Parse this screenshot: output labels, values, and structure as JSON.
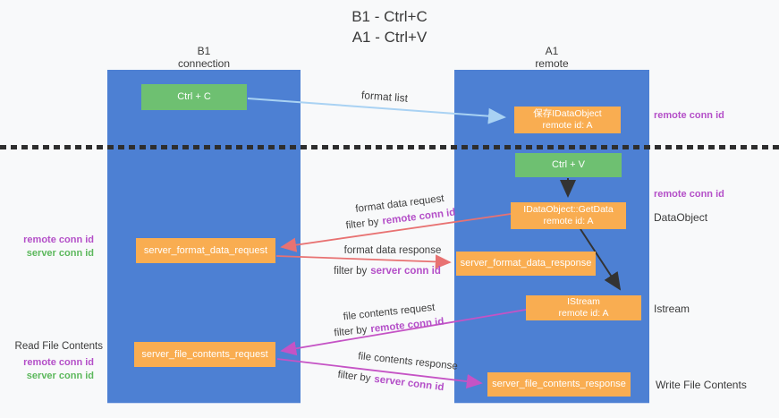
{
  "title": {
    "line1": "B1 - Ctrl+C",
    "line2": "A1 - Ctrl+V"
  },
  "lanes": {
    "left": {
      "name": "B1",
      "role": "connection"
    },
    "right": {
      "name": "A1",
      "role": "remote"
    }
  },
  "nodes": {
    "ctrl_c": "Ctrl + C",
    "ctrl_v": "Ctrl + V",
    "save_dataobject": {
      "line1": "保存IDataObject",
      "line2": "remote id: A"
    },
    "getdata": {
      "line1": "IDataObject::GetData",
      "line2": "remote id: A"
    },
    "istream": {
      "line1": "IStream",
      "line2": "remote id: A"
    },
    "server_format_data_request": "server_format_data_request",
    "server_format_data_response": "server_format_data_response",
    "server_file_contents_request": "server_file_contents_request",
    "server_file_contents_response": "server_file_contents_response"
  },
  "annotations": {
    "format_list": "format list",
    "format_data_request": "format data request",
    "format_data_response": "format data response",
    "file_contents_request": "file contents request",
    "file_contents_response": "file contents response",
    "filter_by": "filter by",
    "remote_conn_id": "remote conn id",
    "server_conn_id": "server conn id"
  },
  "side_labels": {
    "right": {
      "remote_conn_id_top": "remote conn id",
      "remote_conn_id_mid": "remote conn id",
      "dataobject": "DataObject",
      "istream": "Istream",
      "write_file_contents": "Write File Contents"
    },
    "left": {
      "remote_conn_id_format": "remote conn id",
      "server_conn_id_format": "server conn id",
      "read_file_contents": "Read File Contents",
      "remote_conn_id_file": "remote conn id",
      "server_conn_id_file": "server conn id"
    }
  },
  "colors": {
    "lane_blue": "#4d80d3",
    "node_orange": "#f9ad51",
    "node_green": "#6ec071",
    "arrow_light_blue": "#a9d2f3",
    "arrow_red": "#e87272",
    "arrow_magenta": "#c553c5",
    "arrow_black": "#333333",
    "conn_id_purple": "#b44fc8",
    "conn_id_green": "#5cb85c"
  }
}
